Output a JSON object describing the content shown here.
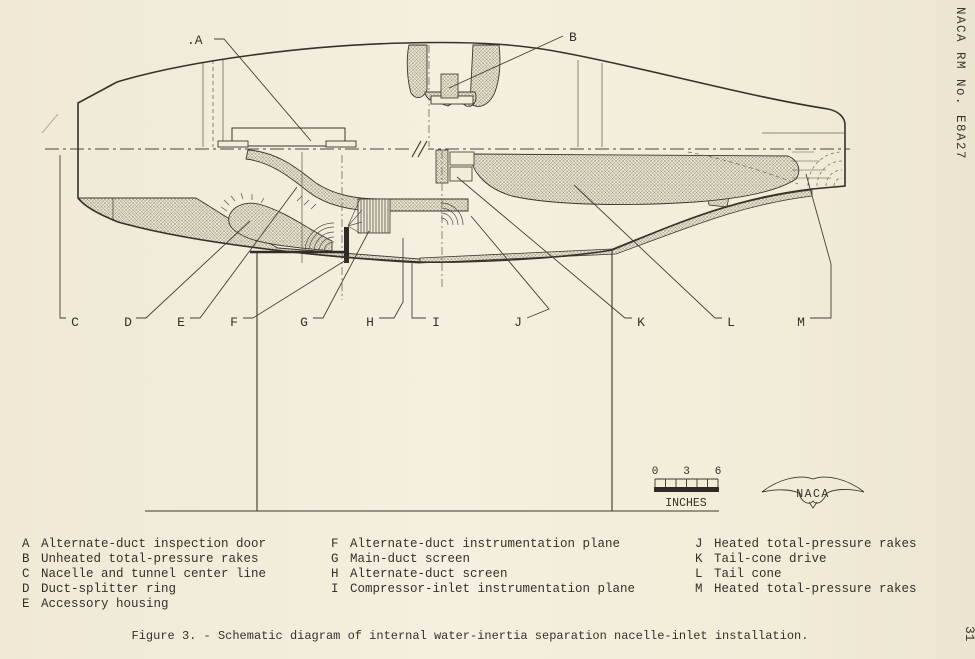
{
  "page": {
    "running_head": "NACA RM No. E8A27",
    "page_number": "31",
    "caption": "Figure 3. - Schematic diagram of internal water-inertia separation nacelle-inlet installation."
  },
  "diagram": {
    "callouts": {
      "A": ".A",
      "B": "B",
      "C": "C",
      "D": "D",
      "E": "E",
      "F": "F",
      "G": "G",
      "H": "H",
      "I": "I",
      "J": "J",
      "K": "K",
      "L": "L",
      "M": "M"
    },
    "scale_bar": {
      "ticks": [
        "0",
        "3",
        "6"
      ],
      "unit": "INCHES"
    },
    "logo_text": "NACA",
    "ink_color": "#3a362e",
    "paper_color": "#f2edd9"
  },
  "legend": {
    "columns": [
      {
        "entries": [
          {
            "key": "A",
            "label": "Alternate-duct inspection door"
          },
          {
            "key": "B",
            "label": "Unheated total-pressure rakes"
          },
          {
            "key": "C",
            "label": "Nacelle and tunnel center line"
          },
          {
            "key": "D",
            "label": "Duct-splitter ring"
          },
          {
            "key": "E",
            "label": "Accessory housing"
          }
        ]
      },
      {
        "entries": [
          {
            "key": "F",
            "label": "Alternate-duct instrumentation plane"
          },
          {
            "key": "G",
            "label": "Main-duct screen"
          },
          {
            "key": "H",
            "label": "Alternate-duct screen"
          },
          {
            "key": "I",
            "label": "Compressor-inlet instrumentation plane"
          }
        ]
      },
      {
        "entries": [
          {
            "key": "J",
            "label": "Heated total-pressure rakes"
          },
          {
            "key": "K",
            "label": "Tail-cone drive"
          },
          {
            "key": "L",
            "label": "Tail cone"
          },
          {
            "key": "M",
            "label": "Heated total-pressure rakes"
          }
        ]
      }
    ]
  }
}
